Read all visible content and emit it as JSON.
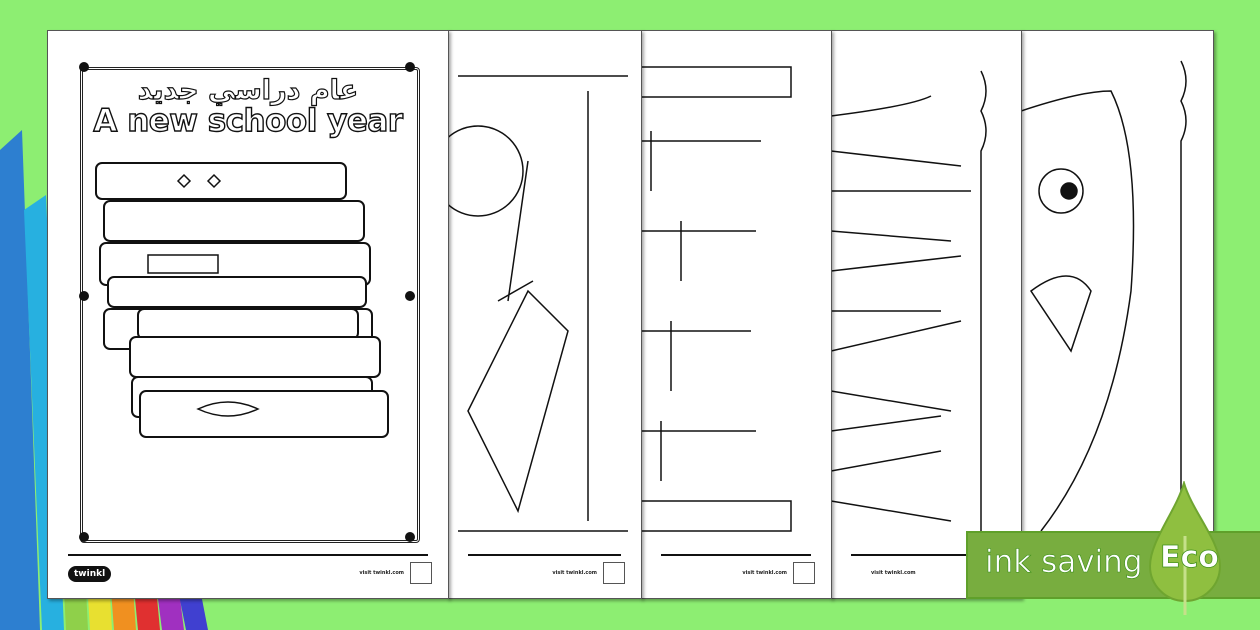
{
  "cover": {
    "title_arabic": "عام دراسي جديد",
    "title_english": "A new school year"
  },
  "footer": {
    "logo": "twinkl",
    "visit": "visit twinkl.com"
  },
  "badge": {
    "label": "ink saving",
    "eco": "Eco"
  },
  "colors": {
    "background": "#8dee72",
    "badge": "#78ad3f",
    "drop": "#8fbf40"
  }
}
